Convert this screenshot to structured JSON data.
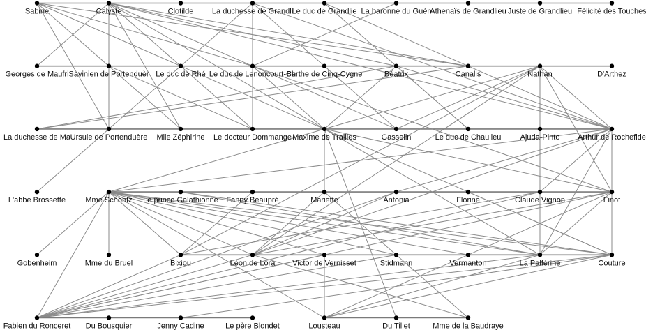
{
  "rows": [
    [
      "Sabine",
      "Calyste",
      "Clotilde",
      "La duchesse de Grandli",
      "Le duc de Grandlie",
      "La baronne du Guén",
      "Athenaïs de Grandlieu",
      "Juste de Grandlieu",
      "Félicité des Touches"
    ],
    [
      "Georges de Maufri",
      "Savinien de Portenduèr",
      "Le duc de Rhé",
      "Le duc de Lenoncourt-Ch",
      "Berthe de Cinq-Cygne",
      "Béatrix",
      "Canalis",
      "Nathan",
      "D'Arthez"
    ],
    [
      "La duchesse de Ma",
      "Ursule de Portenduère",
      "Mlle Zéphirine",
      "Le docteur Dommange",
      "Maxime de Trailles",
      "Gasselin",
      "Le duc de Chaulieu",
      "Ajuda-Pinto",
      "Arthur de Rochefide"
    ],
    [
      "L'abbé Brossette",
      "Mme Schontz",
      "Le prince Galathionne",
      "Fanny Beaupré",
      "Mariette",
      "Antonia",
      "Florine",
      "Claude Vignon",
      "Finot"
    ],
    [
      "Gobenheim",
      "Mme du Bruel",
      "Bixiou",
      "Léon de Lora",
      "Victor de Vernisset",
      "Stidmann",
      "Vermanton",
      "La Palférine",
      "Couture"
    ],
    [
      "Fabien du Ronceret",
      "Du Bousquier",
      "Jenny Cadine",
      "Le père Blondet",
      "Lousteau",
      "Du Tillet",
      "Mme de la Baudraye"
    ]
  ],
  "chains": [
    [
      [
        0,
        0
      ],
      [
        0,
        8
      ]
    ],
    [
      [
        1,
        0
      ],
      [
        1,
        8
      ]
    ],
    [
      [
        2,
        0
      ],
      [
        2,
        8
      ]
    ],
    [
      [
        3,
        1
      ],
      [
        3,
        8
      ]
    ],
    [
      [
        4,
        2
      ],
      [
        4,
        8
      ]
    ],
    [
      [
        5,
        0
      ],
      [
        5,
        3
      ]
    ],
    [
      [
        5,
        4
      ],
      [
        5,
        6
      ]
    ]
  ],
  "edges": [
    [
      [
        0,
        0
      ],
      [
        1,
        1
      ]
    ],
    [
      [
        0,
        0
      ],
      [
        2,
        1
      ]
    ],
    [
      [
        0,
        0
      ],
      [
        1,
        3
      ]
    ],
    [
      [
        0,
        0
      ],
      [
        1,
        2
      ]
    ],
    [
      [
        0,
        0
      ],
      [
        1,
        6
      ]
    ],
    [
      [
        0,
        1
      ],
      [
        1,
        0
      ]
    ],
    [
      [
        0,
        1
      ],
      [
        1,
        1
      ]
    ],
    [
      [
        0,
        1
      ],
      [
        2,
        2
      ]
    ],
    [
      [
        0,
        1
      ],
      [
        1,
        2
      ]
    ],
    [
      [
        0,
        1
      ],
      [
        1,
        3
      ]
    ],
    [
      [
        0,
        1
      ],
      [
        2,
        4
      ]
    ],
    [
      [
        0,
        1
      ],
      [
        1,
        5
      ]
    ],
    [
      [
        0,
        1
      ],
      [
        1,
        6
      ]
    ],
    [
      [
        0,
        1
      ],
      [
        2,
        8
      ]
    ],
    [
      [
        0,
        3
      ],
      [
        1,
        2
      ]
    ],
    [
      [
        0,
        3
      ],
      [
        1,
        3
      ]
    ],
    [
      [
        0,
        3
      ],
      [
        2,
        5
      ]
    ],
    [
      [
        0,
        3
      ],
      [
        2,
        8
      ]
    ],
    [
      [
        0,
        4
      ],
      [
        2,
        8
      ]
    ],
    [
      [
        0,
        4
      ],
      [
        2,
        6
      ]
    ],
    [
      [
        0,
        5
      ],
      [
        1,
        3
      ]
    ],
    [
      [
        1,
        1
      ],
      [
        2,
        1
      ]
    ],
    [
      [
        1,
        1
      ],
      [
        2,
        2
      ]
    ],
    [
      [
        1,
        1
      ],
      [
        2,
        3
      ]
    ],
    [
      [
        1,
        2
      ],
      [
        2,
        1
      ]
    ],
    [
      [
        1,
        2
      ],
      [
        2,
        3
      ]
    ],
    [
      [
        1,
        2
      ],
      [
        2,
        4
      ]
    ],
    [
      [
        1,
        3
      ],
      [
        2,
        3
      ]
    ],
    [
      [
        1,
        3
      ],
      [
        2,
        4
      ]
    ],
    [
      [
        1,
        3
      ],
      [
        2,
        5
      ]
    ],
    [
      [
        1,
        3
      ],
      [
        3,
        8
      ]
    ],
    [
      [
        1,
        5
      ],
      [
        2,
        6
      ]
    ],
    [
      [
        1,
        5
      ],
      [
        2,
        8
      ]
    ],
    [
      [
        1,
        5
      ],
      [
        2,
        4
      ]
    ],
    [
      [
        1,
        5
      ],
      [
        2,
        0
      ]
    ],
    [
      [
        1,
        6
      ],
      [
        2,
        0
      ]
    ],
    [
      [
        1,
        7
      ],
      [
        2,
        4
      ]
    ],
    [
      [
        1,
        7
      ],
      [
        2,
        5
      ]
    ],
    [
      [
        1,
        7
      ],
      [
        2,
        7
      ]
    ],
    [
      [
        1,
        7
      ],
      [
        3,
        8
      ]
    ],
    [
      [
        1,
        7
      ],
      [
        2,
        8
      ]
    ],
    [
      [
        1,
        7
      ],
      [
        4,
        2
      ]
    ],
    [
      [
        1,
        7
      ],
      [
        4,
        3
      ]
    ],
    [
      [
        1,
        7
      ],
      [
        4,
        7
      ]
    ],
    [
      [
        2,
        4
      ],
      [
        3,
        1
      ]
    ],
    [
      [
        2,
        4
      ],
      [
        3,
        4
      ]
    ],
    [
      [
        2,
        4
      ],
      [
        5,
        5
      ]
    ],
    [
      [
        2,
        4
      ],
      [
        4,
        7
      ]
    ],
    [
      [
        2,
        4
      ],
      [
        3,
        8
      ]
    ],
    [
      [
        2,
        4
      ],
      [
        4,
        8
      ]
    ],
    [
      [
        2,
        8
      ],
      [
        3,
        1
      ]
    ],
    [
      [
        2,
        8
      ],
      [
        3,
        8
      ]
    ],
    [
      [
        2,
        8
      ],
      [
        3,
        7
      ]
    ],
    [
      [
        2,
        8
      ],
      [
        4,
        7
      ]
    ],
    [
      [
        2,
        8
      ],
      [
        4,
        3
      ]
    ],
    [
      [
        2,
        8
      ],
      [
        3,
        5
      ]
    ],
    [
      [
        2,
        1
      ],
      [
        3,
        0
      ]
    ],
    [
      [
        3,
        1
      ],
      [
        4,
        0
      ]
    ],
    [
      [
        3,
        1
      ],
      [
        4,
        1
      ]
    ],
    [
      [
        3,
        1
      ],
      [
        4,
        2
      ]
    ],
    [
      [
        3,
        1
      ],
      [
        4,
        3
      ]
    ],
    [
      [
        3,
        1
      ],
      [
        4,
        4
      ]
    ],
    [
      [
        3,
        1
      ],
      [
        4,
        5
      ]
    ],
    [
      [
        3,
        1
      ],
      [
        4,
        6
      ]
    ],
    [
      [
        3,
        1
      ],
      [
        4,
        7
      ]
    ],
    [
      [
        3,
        1
      ],
      [
        4,
        8
      ]
    ],
    [
      [
        3,
        1
      ],
      [
        5,
        0
      ]
    ],
    [
      [
        3,
        1
      ],
      [
        5,
        4
      ]
    ],
    [
      [
        3,
        2
      ],
      [
        4,
        7
      ]
    ],
    [
      [
        3,
        2
      ],
      [
        4,
        8
      ]
    ],
    [
      [
        3,
        3
      ],
      [
        4,
        2
      ]
    ],
    [
      [
        3,
        4
      ],
      [
        4,
        3
      ]
    ],
    [
      [
        3,
        4
      ],
      [
        5,
        6
      ]
    ],
    [
      [
        3,
        5
      ],
      [
        4,
        3
      ]
    ],
    [
      [
        3,
        5
      ],
      [
        5,
        0
      ]
    ],
    [
      [
        3,
        6
      ],
      [
        4,
        8
      ]
    ],
    [
      [
        3,
        7
      ],
      [
        4,
        7
      ]
    ],
    [
      [
        3,
        7
      ],
      [
        4,
        2
      ]
    ],
    [
      [
        3,
        7
      ],
      [
        5,
        0
      ]
    ],
    [
      [
        3,
        8
      ],
      [
        4,
        3
      ]
    ],
    [
      [
        3,
        8
      ],
      [
        4,
        7
      ]
    ],
    [
      [
        3,
        8
      ],
      [
        4,
        8
      ]
    ],
    [
      [
        3,
        8
      ],
      [
        4,
        6
      ]
    ],
    [
      [
        3,
        8
      ],
      [
        5,
        0
      ]
    ],
    [
      [
        4,
        4
      ],
      [
        5,
        4
      ]
    ],
    [
      [
        4,
        4
      ],
      [
        5,
        0
      ]
    ],
    [
      [
        4,
        3
      ],
      [
        5,
        6
      ]
    ],
    [
      [
        4,
        7
      ],
      [
        5,
        0
      ]
    ],
    [
      [
        4,
        7
      ],
      [
        5,
        4
      ]
    ],
    [
      [
        4,
        8
      ],
      [
        5,
        0
      ]
    ],
    [
      [
        4,
        8
      ],
      [
        5,
        2
      ]
    ],
    [
      [
        4,
        8
      ],
      [
        5,
        4
      ]
    ],
    [
      [
        4,
        6
      ],
      [
        5,
        4
      ]
    ],
    [
      [
        4,
        2
      ],
      [
        5,
        0
      ]
    ],
    [
      [
        4,
        3
      ],
      [
        5,
        0
      ]
    ],
    [
      [
        4,
        5
      ],
      [
        5,
        0
      ]
    ]
  ]
}
